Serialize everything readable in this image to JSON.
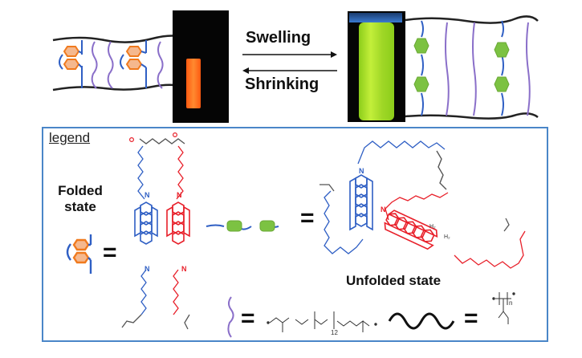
{
  "top": {
    "arrow_forward_label": "Swelling",
    "arrow_reverse_label": "Shrinking",
    "left_photo": "orange fluorescent gel (shrunk)",
    "right_photo": "green fluorescent gel (swollen)"
  },
  "legend": {
    "title": "legend",
    "folded_label": "Folded state",
    "unfolded_label": "Unfolded state",
    "equals": "=",
    "peg_repeat_subscript": "12",
    "pma_repeat_subscript": "n",
    "atom_O": "O",
    "atom_N": "N",
    "atom_H2": "H₂"
  },
  "colors": {
    "blue_chain": "#2f5fc4",
    "red_chain": "#e8202a",
    "purple_crosslink": "#8a6fc9",
    "orange_folded": "#f07a1e",
    "orange_fill": "#f5b88e",
    "green_unfolded": "#7cc242",
    "legend_border": "#4a86c8",
    "backbone": "#222222"
  }
}
